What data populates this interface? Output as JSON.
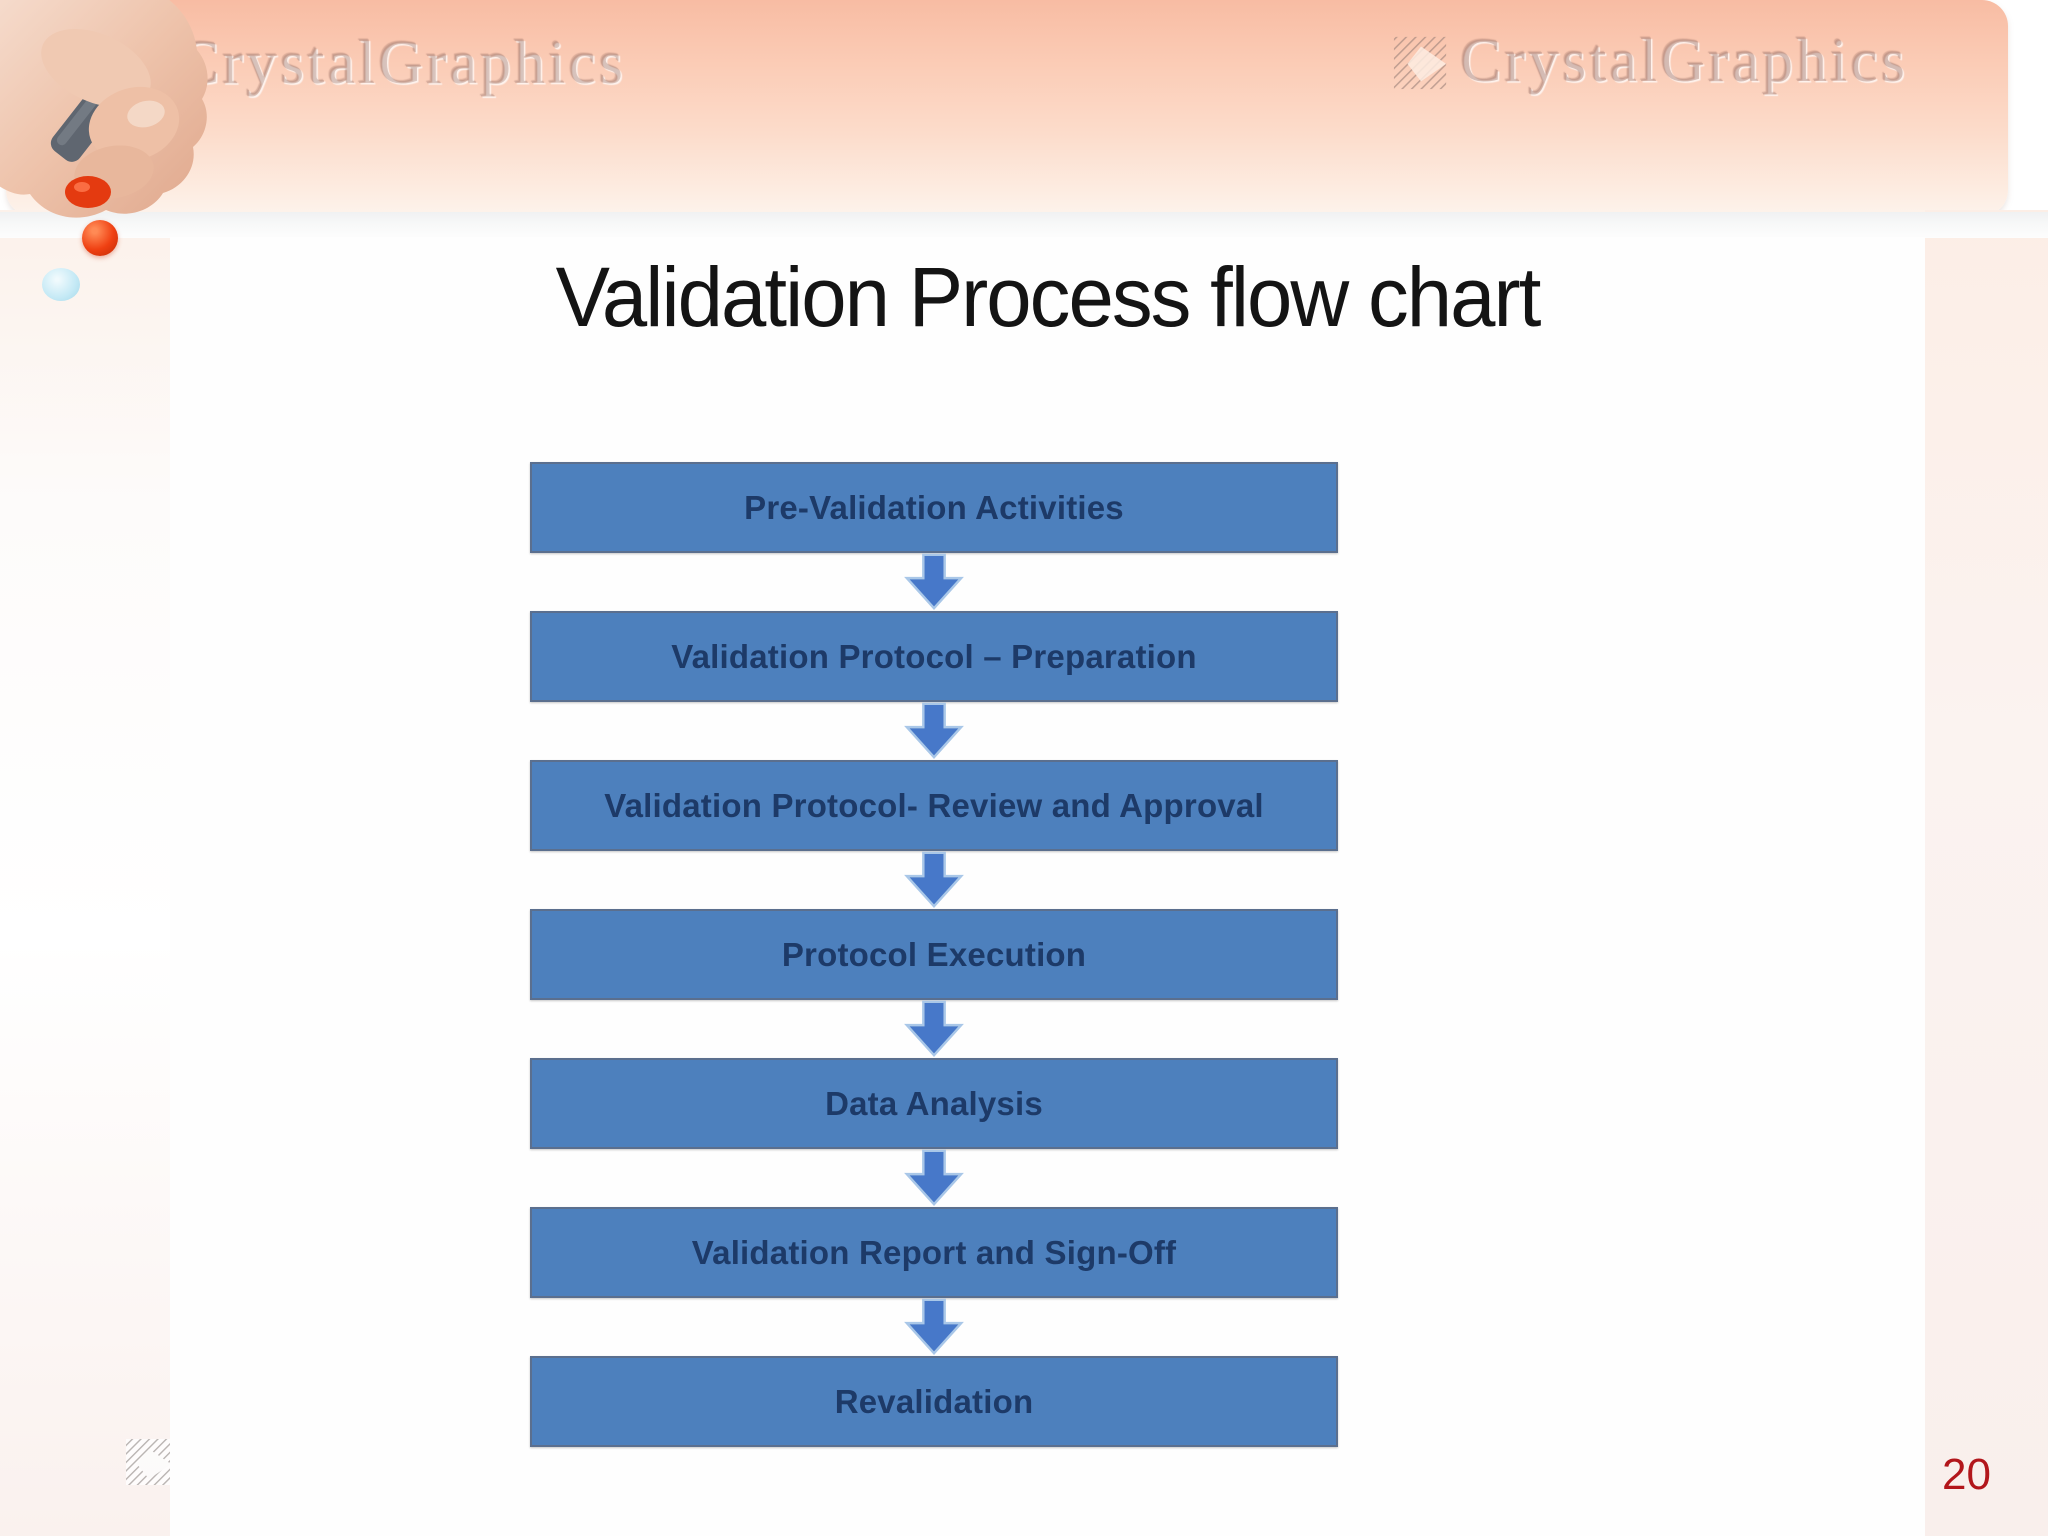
{
  "slide": {
    "title": "Validation Process flow chart",
    "page_number": "20",
    "flowchart": {
      "steps": [
        "Pre-Validation Activities",
        "Validation Protocol – Preparation",
        "Validation Protocol- Review and Approval",
        "Protocol Execution",
        "Data Analysis",
        "Validation Report and Sign-Off",
        "Revalidation"
      ]
    }
  },
  "watermark": {
    "brand": "CrystalGraphics",
    "logo": "hatched-diamond-icon"
  },
  "decorations": {
    "hand": "hand-holding-red-tipped-pen",
    "balls": [
      "red-ball",
      "blue-ball"
    ]
  },
  "colors": {
    "box_fill": "#4d80bd",
    "box_border": "#5b6f8e",
    "box_text": "#1d3a68",
    "arrow_fill": "#4778c9",
    "arrow_outline": "#a9c7e8",
    "title_text": "#141414",
    "page_number": "#b2161b",
    "banner_top": "#f8bca3",
    "banner_bottom": "#fdf3ec"
  }
}
